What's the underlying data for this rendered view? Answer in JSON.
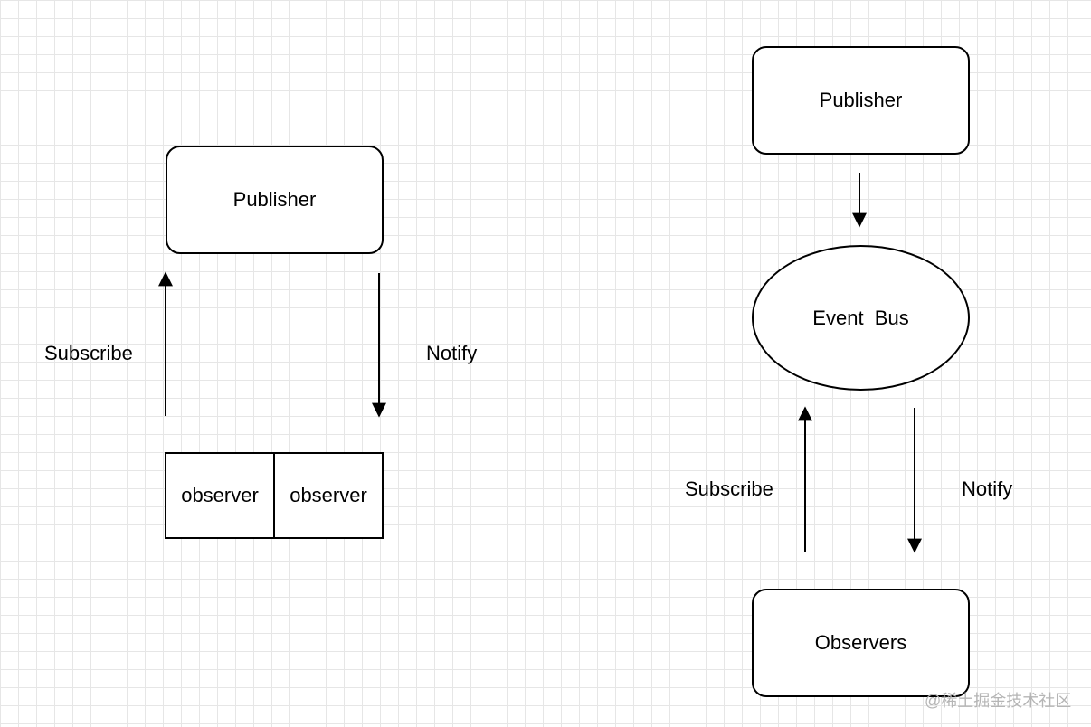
{
  "left_diagram": {
    "publisher": "Publisher",
    "subscribe": "Subscribe",
    "notify": "Notify",
    "observers": [
      "observer",
      "observer"
    ]
  },
  "right_diagram": {
    "publisher": "Publisher",
    "event_bus": "Event  Bus",
    "subscribe": "Subscribe",
    "notify": "Notify",
    "observers": "Observers"
  },
  "watermark": "@稀土掘金技术社区"
}
